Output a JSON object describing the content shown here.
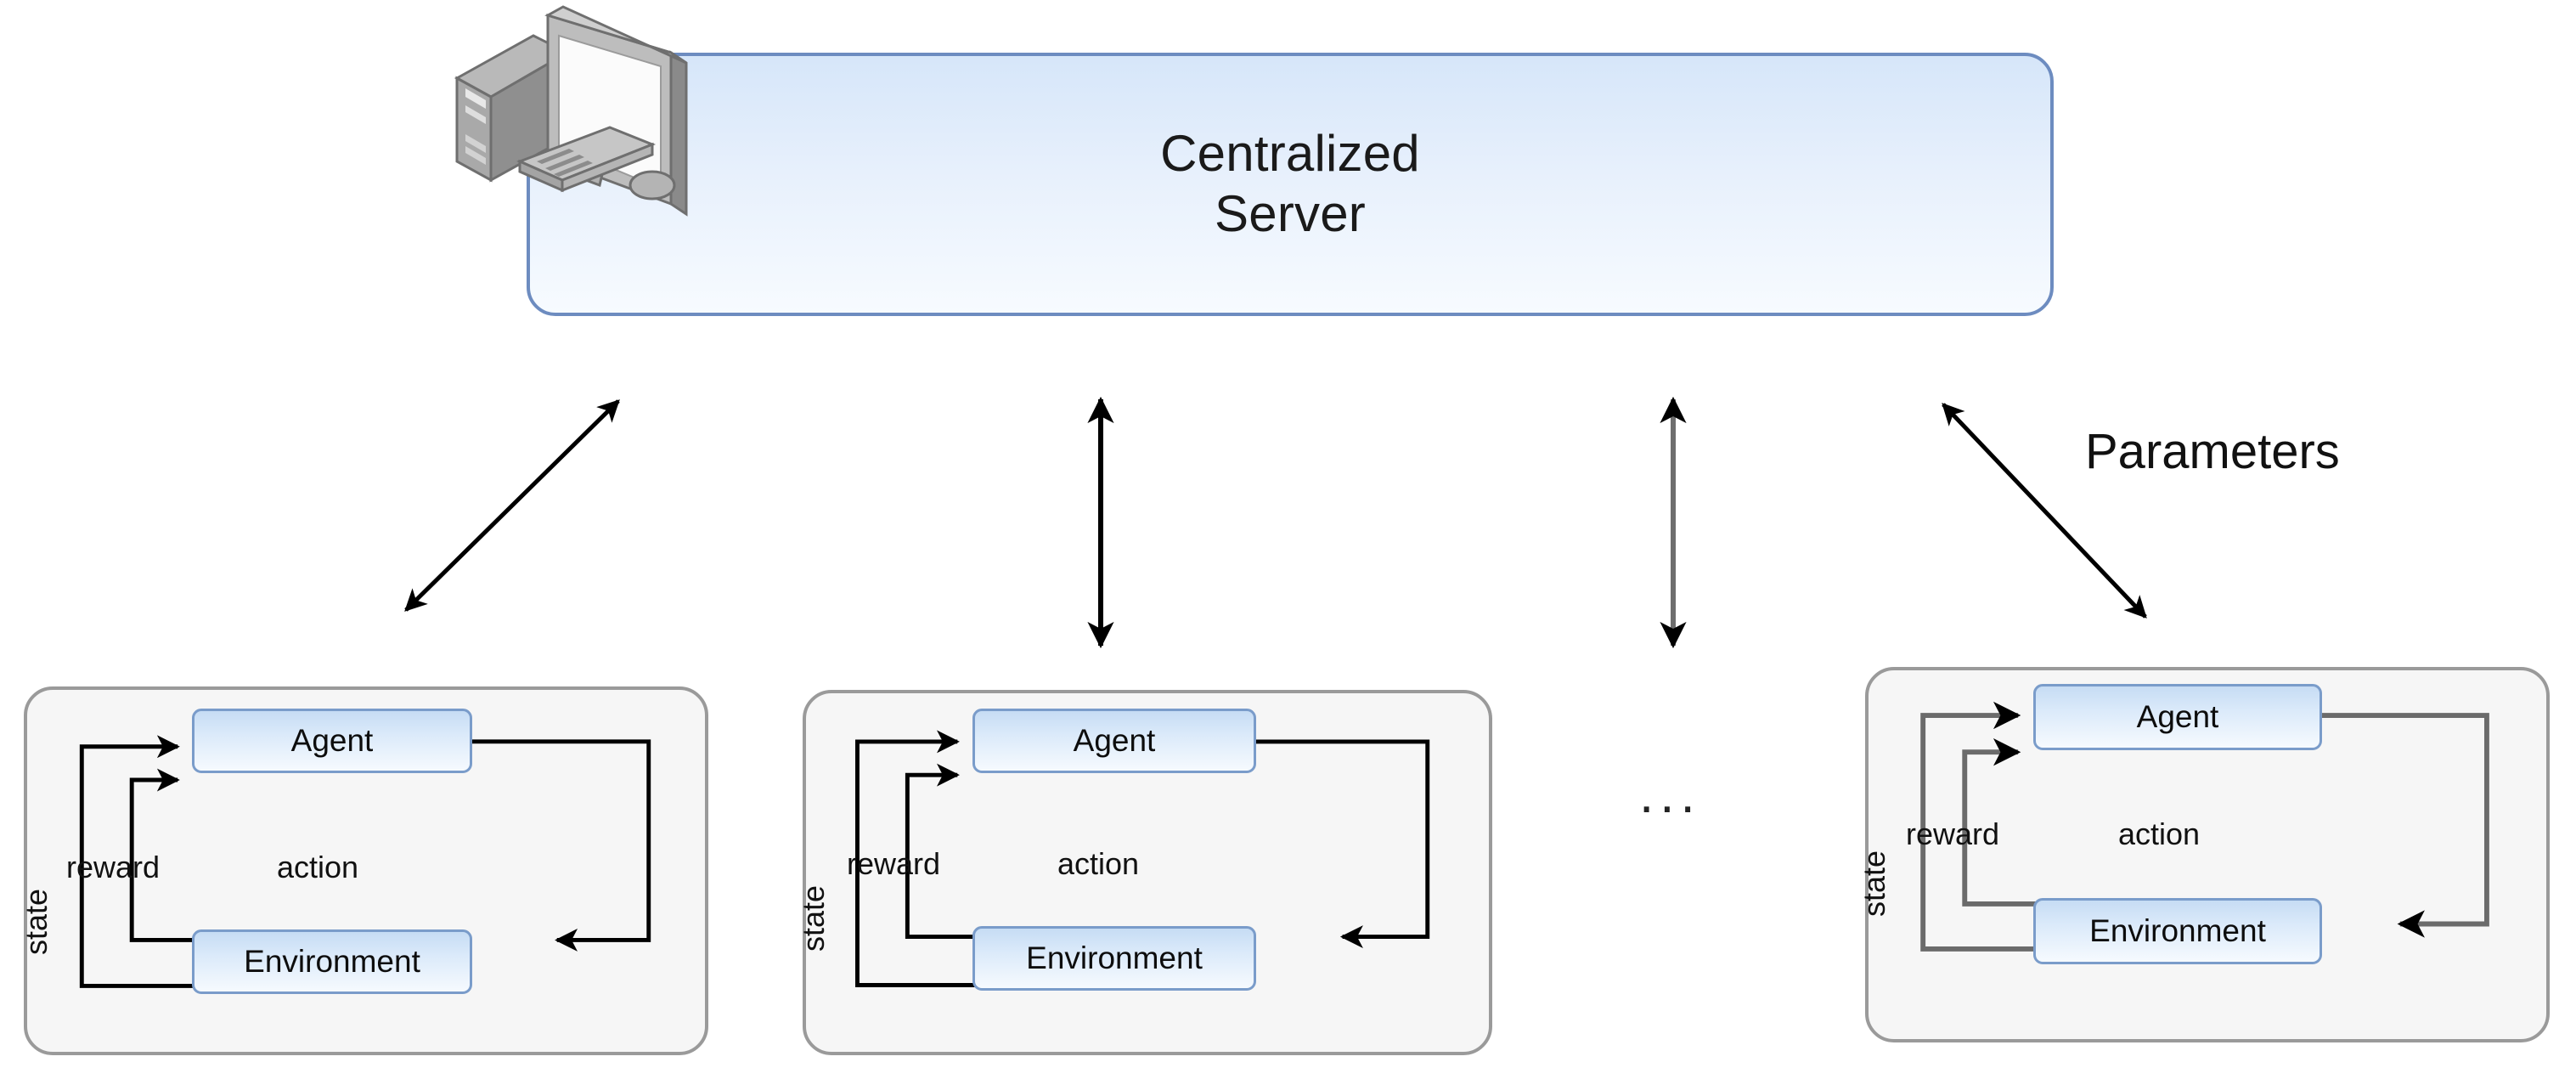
{
  "diagram": {
    "title_lines": [
      "Centralized",
      "Server"
    ],
    "parameters_label": "Parameters",
    "ellipsis": "...",
    "icon": "desktop-computer-icon",
    "colors": {
      "server_border": "#6d8cc0",
      "server_fill_top": "#d6e6f9",
      "server_fill_bottom": "#f7fbff",
      "node_border": "#7a9cca",
      "node_fill_top": "#c6dcf4",
      "node_fill_bottom": "#f6fafe",
      "unit_border": "#9a9a9a",
      "unit_fill": "#f6f6f6",
      "arrow": "#000000"
    }
  },
  "links": [
    {
      "name": "link-server-to-unit-1",
      "kind": "double-headed-arrow",
      "orientation": "diagonal"
    },
    {
      "name": "link-server-to-unit-2",
      "kind": "double-headed-arrow",
      "orientation": "vertical"
    },
    {
      "name": "link-server-to-unit-3",
      "kind": "double-headed-arrow",
      "orientation": "vertical"
    },
    {
      "name": "link-server-to-unit-4",
      "kind": "double-headed-arrow",
      "orientation": "diagonal",
      "label": "Parameters"
    }
  ],
  "rl_units": [
    {
      "id": "rl-unit-1",
      "agent": "Agent",
      "environment": "Environment",
      "state": "state",
      "reward": "reward",
      "action": "action"
    },
    {
      "id": "rl-unit-2",
      "agent": "Agent",
      "environment": "Environment",
      "state": "state",
      "reward": "reward",
      "action": "action"
    },
    {
      "id": "rl-unit-3",
      "agent": "Agent",
      "environment": "Environment",
      "state": "state",
      "reward": "reward",
      "action": "action"
    }
  ]
}
